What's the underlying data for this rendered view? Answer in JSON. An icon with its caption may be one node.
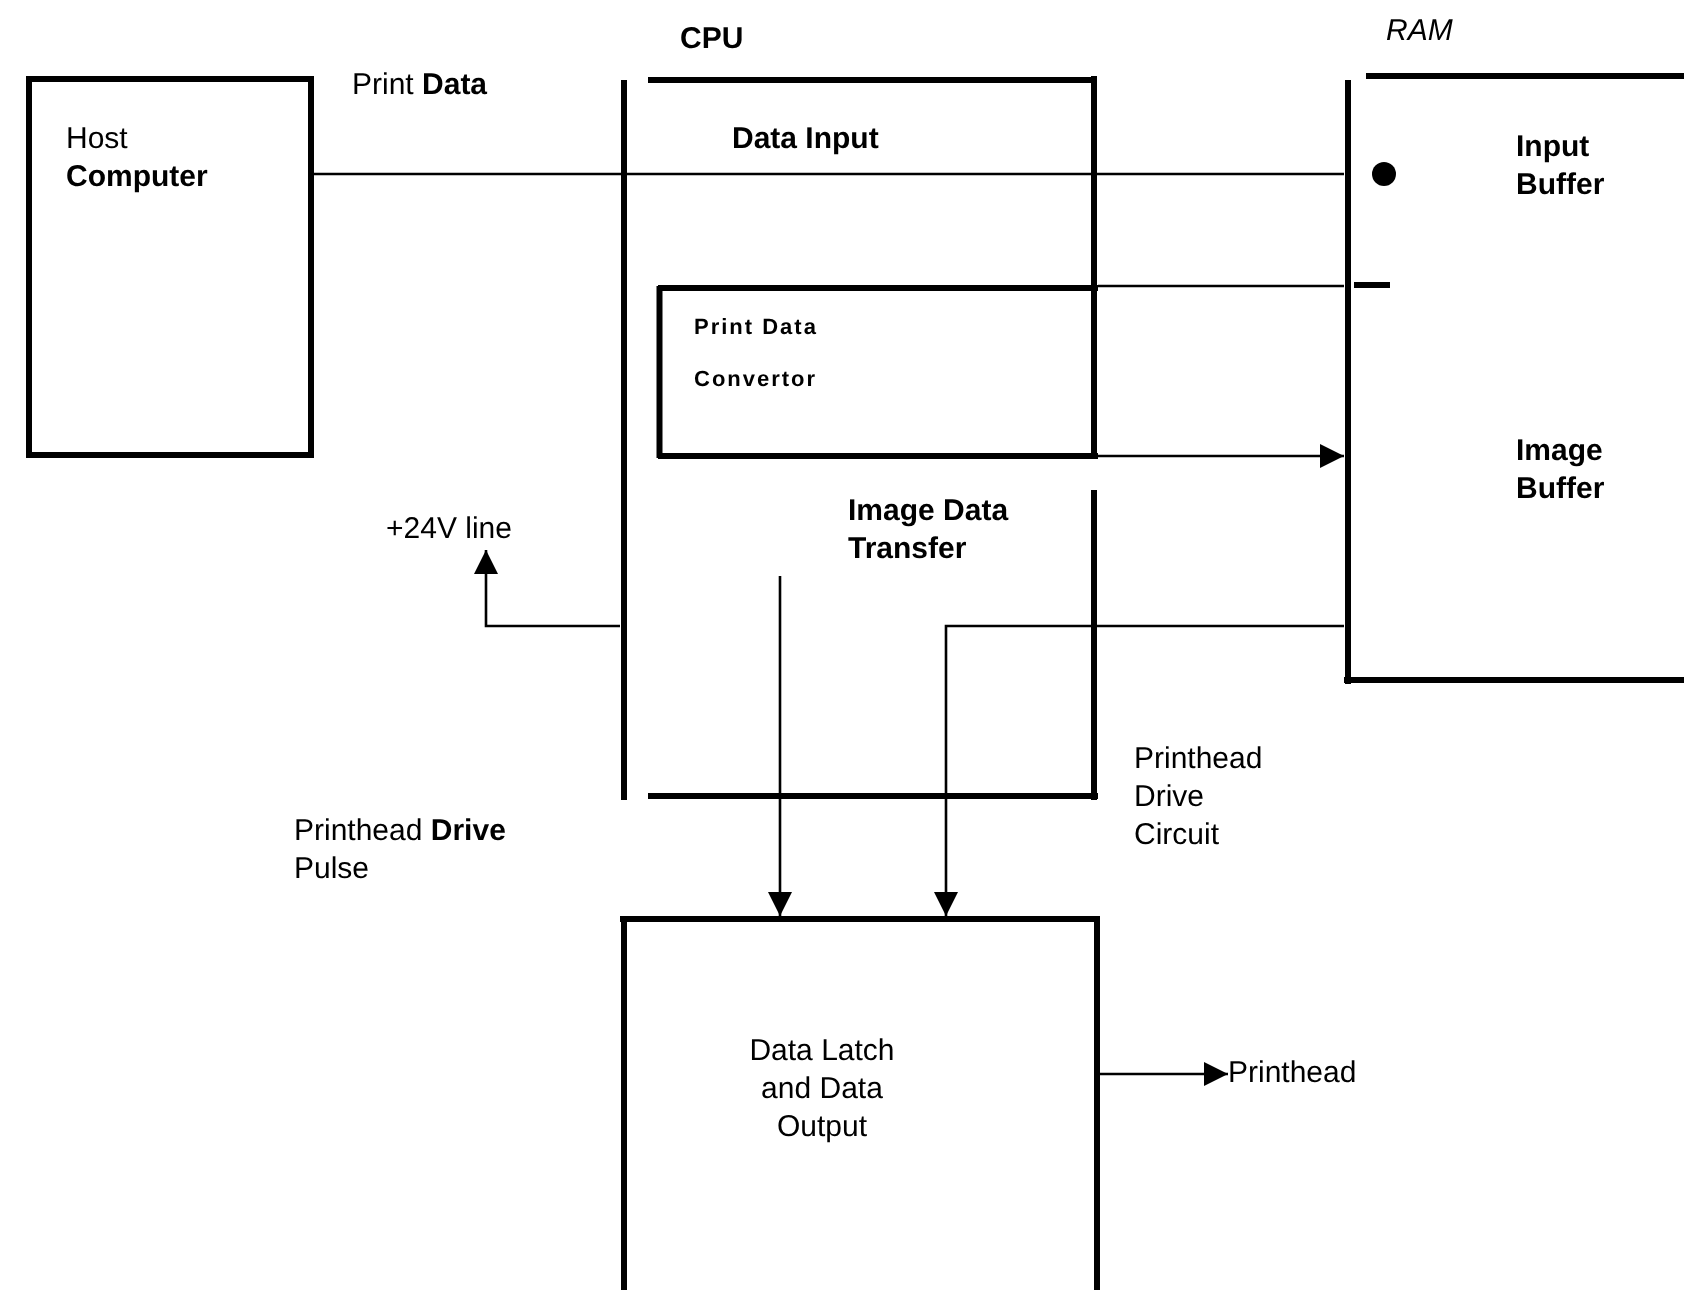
{
  "diagram": {
    "nodes": [
      {
        "text": [
          "Host **Computer**"
        ]
      },
      {
        "text": [
          "CPU"
        ]
      },
      {
        "text": [
          "Print Data Convertor"
        ],
        "in": 1
      },
      {
        "text": [
          "RAM",
          "Input Buffer",
          "Image Buffer"
        ]
      },
      {
        "text": [
          "Printhead Drive Circuit",
          "Data Latch and Data Output"
        ]
      },
      {
        "text": [
          "Printhead"
        ]
      },
      {
        "text": [
          "+24V line"
        ]
      },
      {
        "text": [
          "Image Data Transfer"
        ],
        "in": 1
      }
    ],
    "edges": [
      {
        "from": 0,
        "to": 1,
        "arrow": "none",
        "label": "Print **Data**"
      },
      {
        "from": 1,
        "to": 3,
        "arrow": "other",
        "label": "Data Input"
      },
      {
        "from": 2,
        "to": 3,
        "arrow": "other"
      },
      {
        "from": 2,
        "to": 3,
        "arrow": "to"
      },
      {
        "from": 3,
        "to": 4,
        "arrow": "to"
      },
      {
        "from": 7,
        "to": 4,
        "arrow": "to"
      },
      {
        "from": 1,
        "to": 6,
        "arrow": "to"
      },
      {
        "from": 4,
        "to": 5,
        "arrow": "to"
      }
    ],
    "labels": [
      "Printhead **Drive** Pulse"
    ]
  }
}
